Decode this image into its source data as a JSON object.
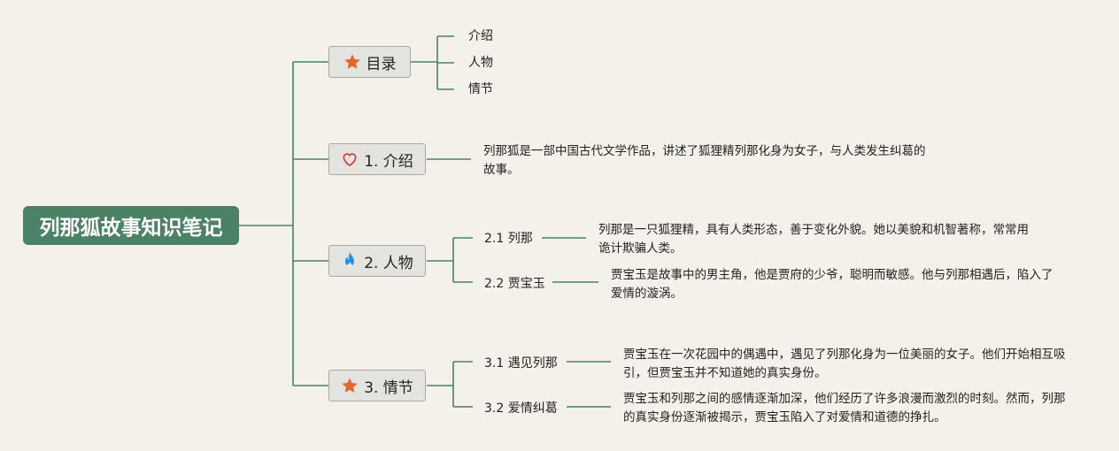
{
  "root": {
    "title": "列那狐故事知识笔记"
  },
  "toc": {
    "label": "目录",
    "items": [
      "介绍",
      "人物",
      "情节"
    ]
  },
  "intro": {
    "label": "1. 介绍",
    "text": "列那狐是一部中国古代文学作品，讲述了狐狸精列那化身为女子，与人类发生纠葛的故事。"
  },
  "characters": {
    "label": "2. 人物",
    "items": [
      {
        "title": "2.1 列那",
        "text": "列那是一只狐狸精，具有人类形态，善于变化外貌。她以美貌和机智著称，常常用诡计欺骗人类。"
      },
      {
        "title": "2.2 贾宝玉",
        "text": "贾宝玉是故事中的男主角，他是贾府的少爷，聪明而敏感。他与列那相遇后，陷入了爱情的漩涡。"
      }
    ]
  },
  "plot": {
    "label": "3. 情节",
    "items": [
      {
        "title": "3.1 遇见列那",
        "text": "贾宝玉在一次花园中的偶遇中，遇见了列那化身为一位美丽的女子。他们开始相互吸引，但贾宝玉并不知道她的真实身份。"
      },
      {
        "title": "3.2 爱情纠葛",
        "text": "贾宝玉和列那之间的感情逐渐加深，他们经历了许多浪漫而激烈的时刻。然而，列那的真实身份逐渐被揭示，贾宝玉陷入了对爱情和道德的挣扎。"
      }
    ]
  },
  "icons": {
    "toc": "star-icon",
    "intro": "heart-icon",
    "characters": "fire-icon",
    "plot": "star-icon"
  },
  "colors": {
    "root_bg": "#4b8266",
    "connector": "#4b8266",
    "star": "#e2672f",
    "heart": "#d23c3c",
    "fire": "#2f8de4",
    "background": "#f3f1e9"
  }
}
